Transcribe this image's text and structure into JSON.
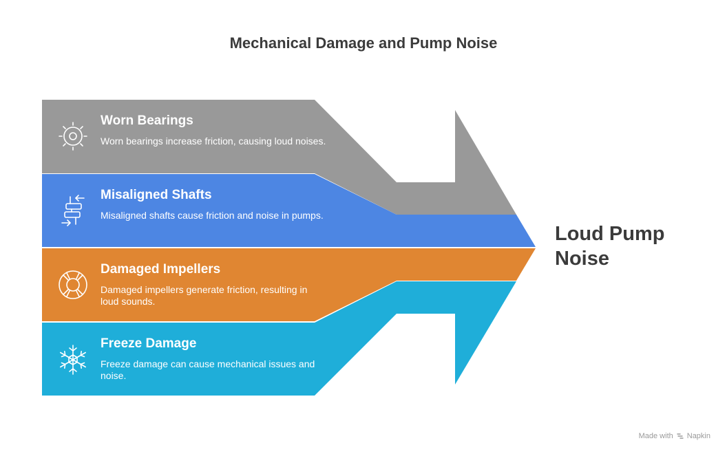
{
  "title": "Mechanical Damage and Pump Noise",
  "result": {
    "line1": "Loud Pump",
    "line2": "Noise"
  },
  "causes": [
    {
      "title": "Worn Bearings",
      "description": "Worn bearings increase friction, causing loud noises.",
      "icon": "bearing-icon",
      "color": "#999999"
    },
    {
      "title": "Misaligned Shafts",
      "description": "Misaligned shafts cause friction and noise in pumps.",
      "icon": "shaft-alignment-icon",
      "color": "#4d86e3"
    },
    {
      "title": "Damaged Impellers",
      "description": "Damaged impellers generate friction, resulting in loud sounds.",
      "icon": "lifebuoy-icon",
      "color": "#e08632"
    },
    {
      "title": "Freeze Damage",
      "description": "Freeze damage can cause mechanical issues and noise.",
      "icon": "snowflake-icon",
      "color": "#1faed9"
    }
  ],
  "watermark": {
    "made_with": "Made with",
    "brand": "Napkin"
  }
}
